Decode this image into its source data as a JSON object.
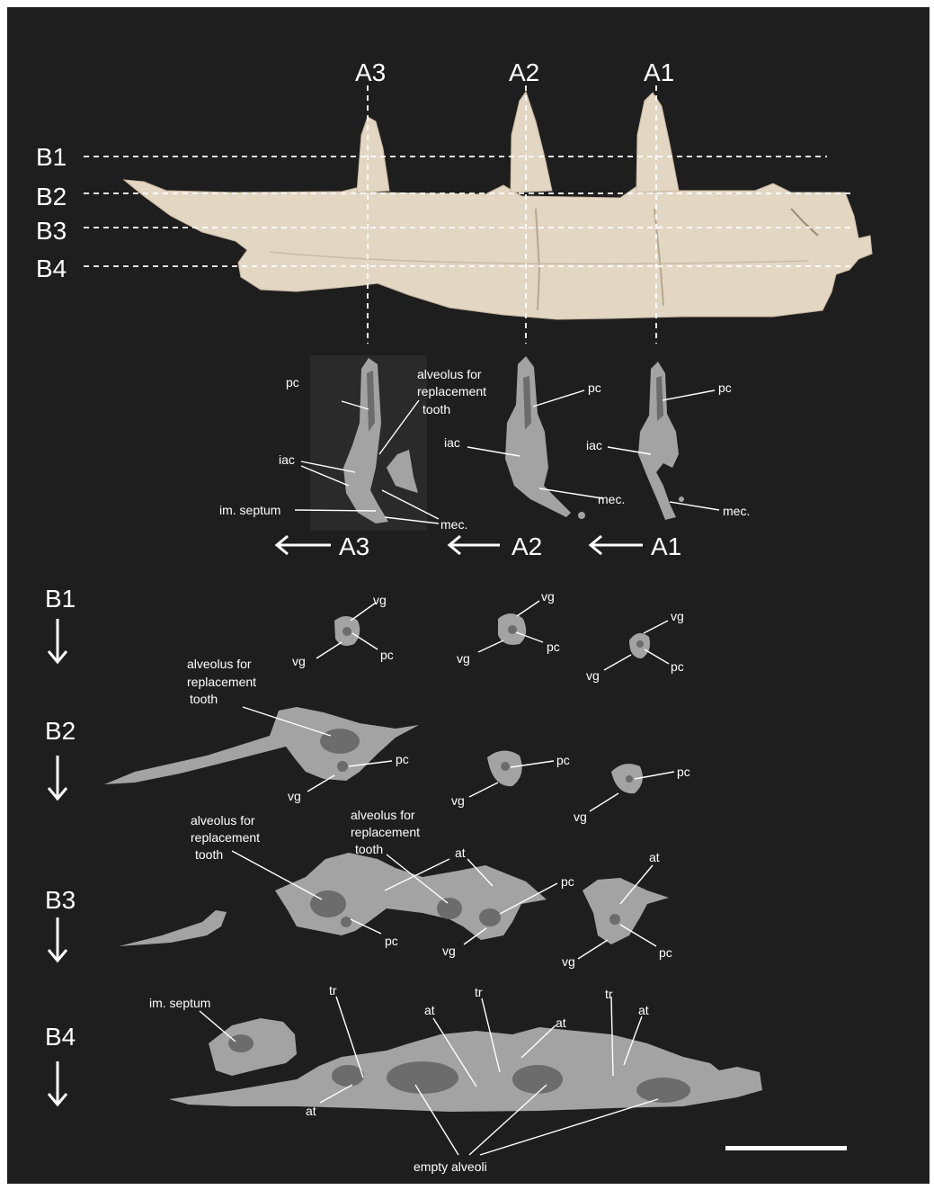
{
  "section_labels": {
    "a1": "A1",
    "a2": "A2",
    "a3": "A3",
    "b1": "B1",
    "b2": "B2",
    "b3": "B3",
    "b4": "B4"
  },
  "anatomy": {
    "pc": "pc",
    "iac": "iac",
    "mec": "mec.",
    "vg": "vg",
    "at": "at",
    "tr": "tr",
    "im_septum": "im. septum",
    "alveolus_line1": "alveolus for",
    "alveolus_line2": "replacement",
    "alveolus_line3": "tooth",
    "empty_alveoli": "empty alveoli"
  },
  "colors": {
    "background": "#1e1e1e",
    "bone_render": "#e3d6c3",
    "ct_section": "#a3a3a3",
    "ct_dark": "#6c6c6c",
    "annotation": "#ffffff"
  }
}
